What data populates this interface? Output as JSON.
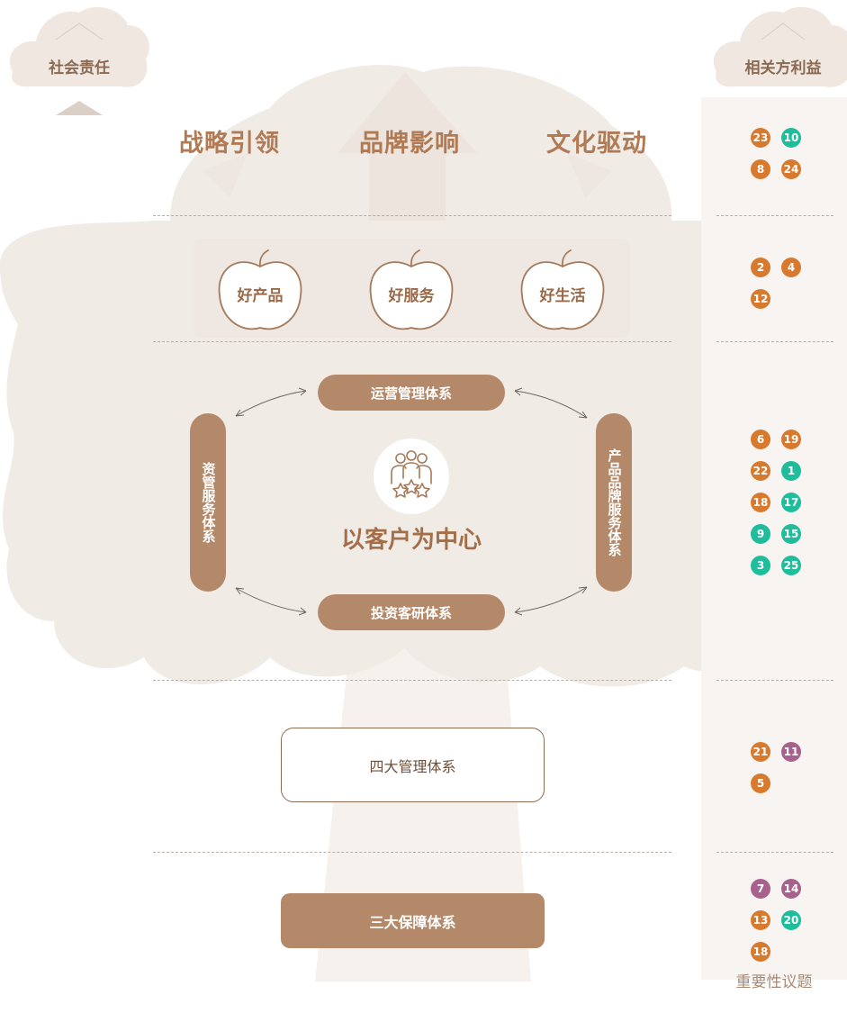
{
  "colors": {
    "accent_brown": "#b4896a",
    "badge_orange": "#d87a2e",
    "badge_teal": "#1fbd9b",
    "badge_purple": "#a8608c",
    "tree_beige": "#f1ebe6"
  },
  "header": {
    "left_cloud": "社会责任",
    "right_cloud": "相关方利益"
  },
  "pillars": [
    "战略引领",
    "品牌影响",
    "文化驱动"
  ],
  "apples": [
    "好产品",
    "好服务",
    "好生活"
  ],
  "core": {
    "top": "运营管理体系",
    "bottom": "投资客研体系",
    "left": "资管服务体系",
    "right": "产品品牌服务体系",
    "center_title": "以客户为中心",
    "center_icon": "customer-stars-icon"
  },
  "four_systems": "四大管理体系",
  "three_guarantees": "三大保障体系",
  "sidebar_footer": "重要性议题",
  "badge_groups": [
    [
      [
        "23",
        "orange"
      ],
      [
        "10",
        "teal"
      ],
      [
        "8",
        "orange"
      ],
      [
        "24",
        "orange"
      ]
    ],
    [
      [
        "2",
        "orange"
      ],
      [
        "4",
        "orange"
      ],
      [
        "12",
        "orange"
      ]
    ],
    [
      [
        "6",
        "orange"
      ],
      [
        "19",
        "orange"
      ],
      [
        "22",
        "orange"
      ],
      [
        "1",
        "teal"
      ],
      [
        "18",
        "orange"
      ],
      [
        "17",
        "teal"
      ],
      [
        "9",
        "teal"
      ],
      [
        "15",
        "teal"
      ],
      [
        "3",
        "teal"
      ],
      [
        "25",
        "teal"
      ]
    ],
    [
      [
        "21",
        "orange"
      ],
      [
        "11",
        "purple"
      ],
      [
        "5",
        "orange"
      ]
    ],
    [
      [
        "7",
        "purple"
      ],
      [
        "14",
        "purple"
      ],
      [
        "13",
        "orange"
      ],
      [
        "20",
        "teal"
      ],
      [
        "18",
        "orange"
      ]
    ]
  ]
}
